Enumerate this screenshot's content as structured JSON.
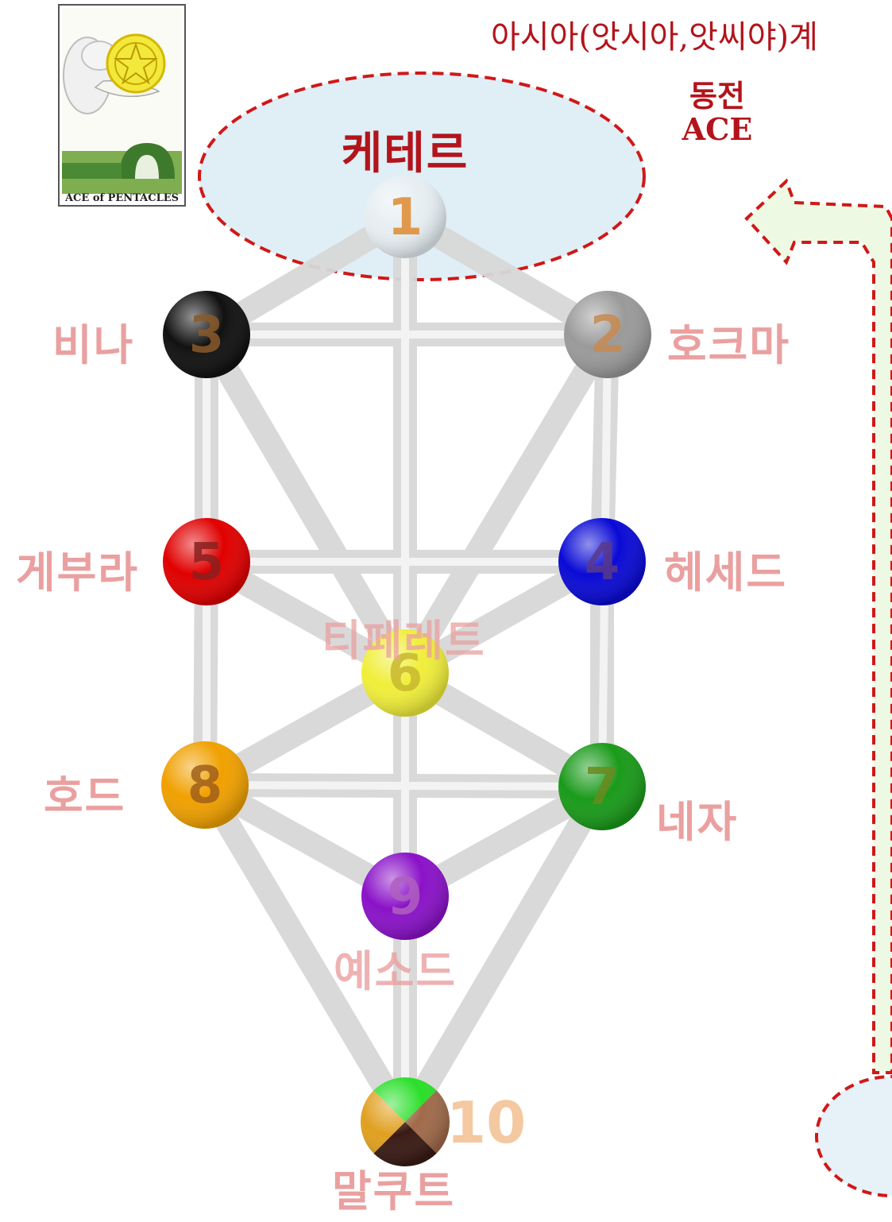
{
  "header": {
    "world": "아시아(앗시아,앗씨야)계",
    "suit": "동전",
    "rank": "ACE"
  },
  "card": {
    "caption": "ACE of PENTACLES"
  },
  "sefirot": [
    {
      "number": "1",
      "name": "케테르",
      "color": "#e6eef2"
    },
    {
      "number": "2",
      "name": "호크마",
      "color": "#9a9a9a"
    },
    {
      "number": "3",
      "name": "비나",
      "color": "#111111"
    },
    {
      "number": "4",
      "name": "헤세드",
      "color": "#0a0ad6"
    },
    {
      "number": "5",
      "name": "게부라",
      "color": "#e00000"
    },
    {
      "number": "6",
      "name": "티페레트",
      "color": "#f0ee3a"
    },
    {
      "number": "7",
      "name": "네자",
      "color": "#1a9a1a"
    },
    {
      "number": "8",
      "name": "호드",
      "color": "#f0a000"
    },
    {
      "number": "9",
      "name": "예소드",
      "color": "#8a12c8"
    },
    {
      "number": "10",
      "name": "말쿠트",
      "color": "#b08060"
    }
  ],
  "colors": {
    "accent": "#b3141b",
    "label": "#eaa0a0",
    "highlight": "#e0eef6",
    "arrow_fill": "#eef9e4"
  }
}
